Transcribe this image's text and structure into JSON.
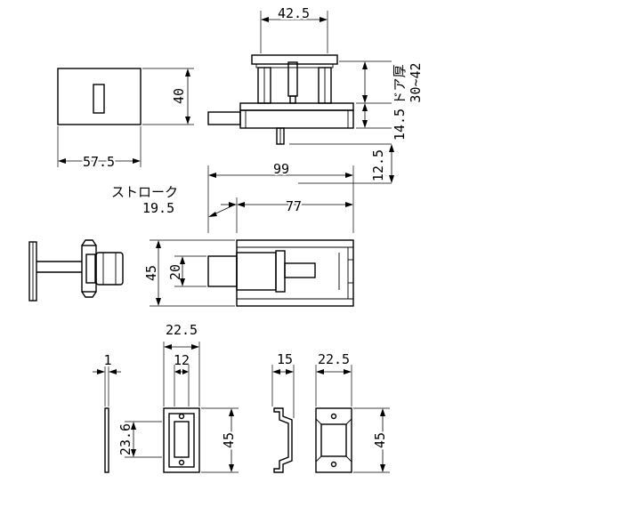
{
  "dimensions": {
    "width_face_plate": "57.5",
    "height_face_plate": "40",
    "top_width": "42.5",
    "door_thickness_title": "ドア厚",
    "door_thickness_range": "30~42",
    "offset_14_5": "14.5",
    "offset_12_5": "12.5",
    "overall_length": "99",
    "body_length": "77",
    "stroke_label": "ストローク",
    "stroke_value": "19.5",
    "body_height": "45",
    "bolt_height": "20",
    "plate_width_thin": "22.5",
    "plate_slot_width": "12",
    "plate_thickness": "1",
    "plate_slot_height": "23.6",
    "plate_height": "45",
    "bracket_depth": "15",
    "bracket_width": "22.5",
    "bracket_height": "45"
  }
}
